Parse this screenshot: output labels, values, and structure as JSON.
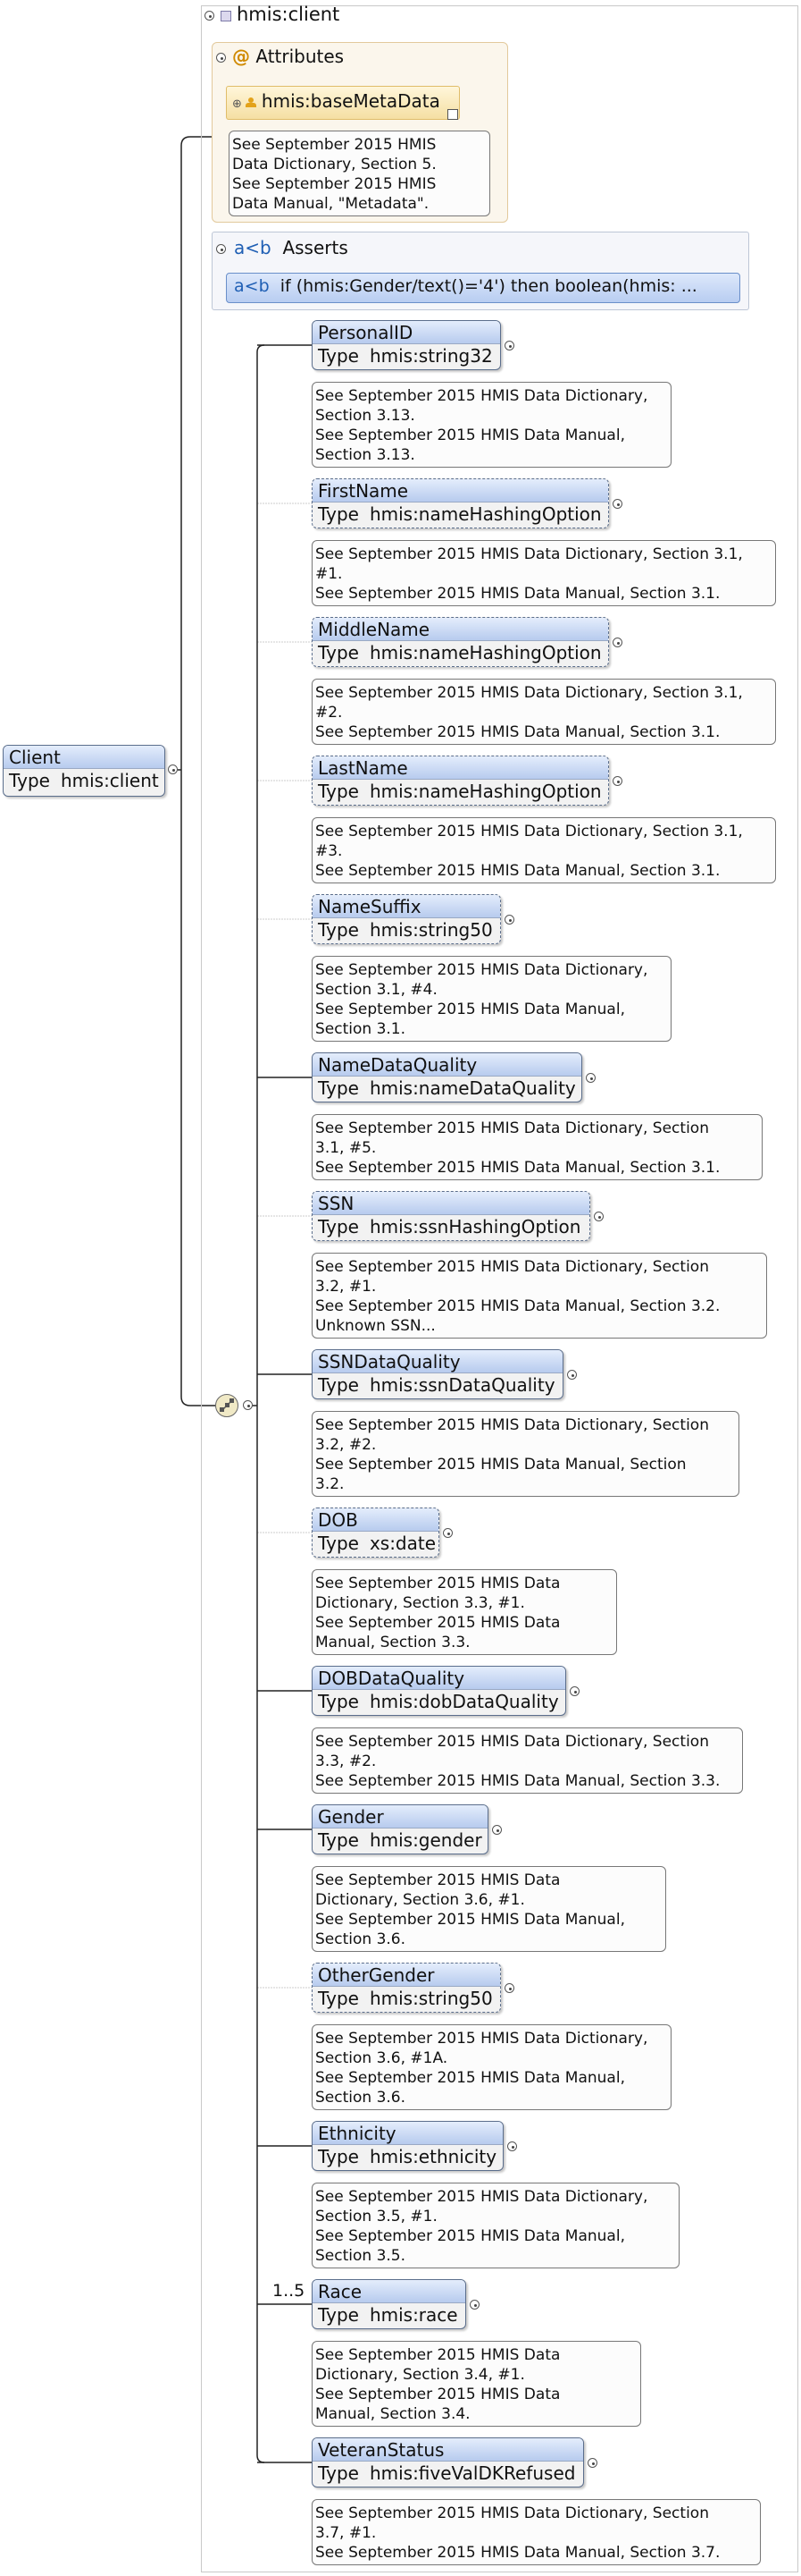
{
  "complex_type": {
    "icon": "complex-type-icon",
    "name": "hmis:client"
  },
  "root": {
    "name": "Client",
    "type_label": "Type",
    "type_value": "hmis:client"
  },
  "attributes": {
    "title": "Attributes",
    "marker": "@",
    "item": {
      "name": "hmis:baseMetaData",
      "doc": [
        "See September 2015 HMIS",
        "Data Dictionary, Section 5.",
        "See September 2015 HMIS",
        "Data Manual, \"Metadata\"."
      ]
    }
  },
  "asserts": {
    "title": "Asserts",
    "marker": "a<b",
    "item": {
      "marker": "a<b",
      "text": "if (hmis:Gender/text()='4') then boolean(hmis: ..."
    }
  },
  "sequence": {
    "icon": "sequence-icon"
  },
  "elements": [
    {
      "name": "PersonalID",
      "type_label": "Type",
      "type": "hmis:string32",
      "optional": false,
      "occurs": "",
      "doc": [
        "See September 2015 HMIS Data Dictionary,",
        "Section 3.13.",
        "See September 2015 HMIS Data Manual,",
        "Section 3.13."
      ]
    },
    {
      "name": "FirstName",
      "type_label": "Type",
      "type": "hmis:nameHashingOption",
      "optional": true,
      "occurs": "",
      "doc": [
        "See September 2015 HMIS Data Dictionary, Section 3.1,",
        "#1.",
        "See September 2015 HMIS Data Manual, Section 3.1."
      ]
    },
    {
      "name": "MiddleName",
      "type_label": "Type",
      "type": "hmis:nameHashingOption",
      "optional": true,
      "occurs": "",
      "doc": [
        "See September 2015 HMIS Data Dictionary, Section 3.1,",
        "#2.",
        "See September 2015 HMIS Data Manual, Section 3.1."
      ]
    },
    {
      "name": "LastName",
      "type_label": "Type",
      "type": "hmis:nameHashingOption",
      "optional": true,
      "occurs": "",
      "doc": [
        "See September 2015 HMIS Data Dictionary, Section 3.1,",
        "#3.",
        "See September 2015 HMIS Data Manual, Section 3.1."
      ]
    },
    {
      "name": "NameSuffix",
      "type_label": "Type",
      "type": "hmis:string50",
      "optional": true,
      "occurs": "",
      "doc": [
        "See September 2015 HMIS Data Dictionary,",
        "Section 3.1, #4.",
        "See September 2015 HMIS Data Manual,",
        "Section 3.1."
      ]
    },
    {
      "name": "NameDataQuality",
      "type_label": "Type",
      "type": "hmis:nameDataQuality",
      "optional": false,
      "occurs": "",
      "doc": [
        "See September 2015 HMIS Data Dictionary, Section",
        "3.1, #5.",
        "See September 2015 HMIS Data Manual, Section 3.1."
      ]
    },
    {
      "name": "SSN",
      "type_label": "Type",
      "type": "hmis:ssnHashingOption",
      "optional": true,
      "occurs": "",
      "doc": [
        "See September 2015 HMIS Data Dictionary, Section",
        "3.2, #1.",
        "See September 2015 HMIS Data Manual, Section 3.2.",
        "Unknown SSN..."
      ]
    },
    {
      "name": "SSNDataQuality",
      "type_label": "Type",
      "type": "hmis:ssnDataQuality",
      "optional": false,
      "occurs": "",
      "doc": [
        "See September 2015 HMIS Data Dictionary, Section",
        "3.2, #2.",
        "See September 2015 HMIS Data Manual, Section",
        "3.2."
      ]
    },
    {
      "name": "DOB",
      "type_label": "Type",
      "type": "xs:date",
      "optional": true,
      "occurs": "",
      "doc": [
        "See September 2015 HMIS Data",
        "Dictionary, Section 3.3, #1.",
        "See September 2015 HMIS Data",
        "Manual, Section 3.3."
      ]
    },
    {
      "name": "DOBDataQuality",
      "type_label": "Type",
      "type": "hmis:dobDataQuality",
      "optional": false,
      "occurs": "",
      "doc": [
        "See September 2015 HMIS Data Dictionary, Section",
        "3.3, #2.",
        "See September 2015 HMIS Data Manual, Section 3.3."
      ]
    },
    {
      "name": "Gender",
      "type_label": "Type",
      "type": "hmis:gender",
      "optional": false,
      "occurs": "",
      "doc": [
        "See September 2015 HMIS Data",
        "Dictionary, Section 3.6, #1.",
        "See September 2015 HMIS Data Manual,",
        "Section 3.6."
      ]
    },
    {
      "name": "OtherGender",
      "type_label": "Type",
      "type": "hmis:string50",
      "optional": true,
      "occurs": "",
      "doc": [
        "See September 2015 HMIS Data Dictionary,",
        "Section 3.6, #1A.",
        "See September 2015 HMIS Data Manual,",
        "Section 3.6."
      ]
    },
    {
      "name": "Ethnicity",
      "type_label": "Type",
      "type": "hmis:ethnicity",
      "optional": false,
      "occurs": "",
      "doc": [
        "See September 2015 HMIS Data Dictionary,",
        "Section 3.5, #1.",
        "See September 2015 HMIS Data Manual,",
        "Section 3.5."
      ]
    },
    {
      "name": "Race",
      "type_label": "Type",
      "type": "hmis:race",
      "optional": false,
      "occurs": "1..5",
      "doc": [
        "See September 2015 HMIS Data",
        "Dictionary, Section 3.4, #1.",
        "See September 2015 HMIS Data",
        "Manual, Section 3.4."
      ]
    },
    {
      "name": "VeteranStatus",
      "type_label": "Type",
      "type": "hmis:fiveValDKRefused",
      "optional": false,
      "occurs": "",
      "doc": [
        "See September 2015 HMIS Data Dictionary, Section",
        "3.7, #1.",
        "See September 2015 HMIS Data Manual, Section 3.7."
      ]
    }
  ]
}
